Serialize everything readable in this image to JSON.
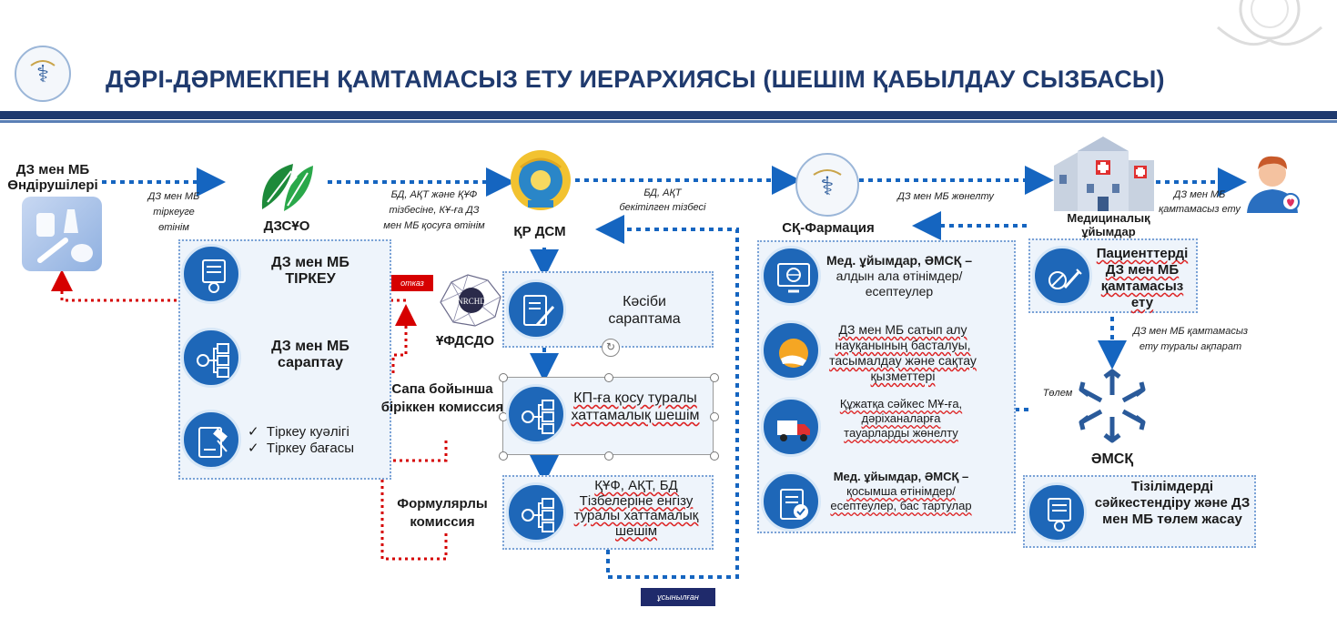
{
  "title": "ДӘРІ-ДӘРМЕКПЕН ҚАМТАМАСЫЗ ЕТУ ИЕРАРХИЯСЫ (ШЕШІМ ҚАБЫЛДАУ СЫЗБАСЫ)",
  "colors": {
    "navy": "#1f3a6e",
    "blue": "#1e67b8",
    "panel": "#eef4fb",
    "arrow": "#1565c0",
    "red": "#d60000"
  },
  "actors": {
    "producers": "ДЗ мен МБ Өндірушілері",
    "dzsuo": "ДЗСҰО",
    "ministry": "ҚР ДСМ",
    "pharmacy": "СҚ-Фармация",
    "medorg": "Медициналық ұйымдар",
    "ufdsdo": "ҰФДСДО",
    "nrchd": "NRCHD",
    "omsk": "ӘМСҚ"
  },
  "flow_labels": {
    "reg_request": "ДЗ мен МБ тіркеуге өтінім",
    "list_request": "БД, АҚТ және ҚҰФ тізбесіне, КҰ-ға ДЗ мен МБ қосуға өтінім",
    "approved_list": "БД, АҚТ бекітілген тізбесі",
    "delivery": "ДЗ мен МБ жөнелту",
    "supply": "ДЗ мен МБ қамтамасыз ету",
    "info": "ДЗ мен МБ қамтамасыз ету туралы ақпарат",
    "payment": "Төлем",
    "refusal": "отказ",
    "recommended": "ұсынылған"
  },
  "dzsuo_panel": {
    "registration": "ДЗ мен МБ ТІРКЕУ",
    "expertise": "ДЗ мен МБ сараптау",
    "certificate": "Тіркеу куәлігі",
    "price": "Тіркеу бағасы"
  },
  "ministry_panel": {
    "expertise": "Кәсіби сараптама",
    "kp_decision": "КП-ға қосу туралы хаттамалық шешім",
    "lists_decision": "ҚҰФ, АҚТ, БД Тізбелеріне енгізу туралы хаттамалық шешім"
  },
  "commissions": {
    "quality": "Сапа бойынша біріккен комиссия",
    "formulary": "Формулярлы комиссия"
  },
  "pharmacy_panel": {
    "step1_bold": "Мед. ұйымдар, ӘМСҚ –",
    "step1_rest": "алдын ала өтінімдер/есептеулер",
    "step2": "ДЗ мен МБ сатып алу науқанының басталуы, тасымалдау және сақтау қызметтері",
    "step3": "Құжатқа сәйкес МҰ-ға, дәріханаларға тауарларды жөнелту",
    "step4_bold": "Мед. ұйымдар, ӘМСҚ –",
    "step4_rest": "қосымша өтінімдер/есептеулер, бас тартулар"
  },
  "medorg_panel": {
    "text": "Пациенттерді ДЗ мен МБ қамтамасыз ету"
  },
  "omsk_panel": {
    "text": "Тізілімдерді сәйкестендіру және ДЗ мен МБ төлем жасау"
  }
}
